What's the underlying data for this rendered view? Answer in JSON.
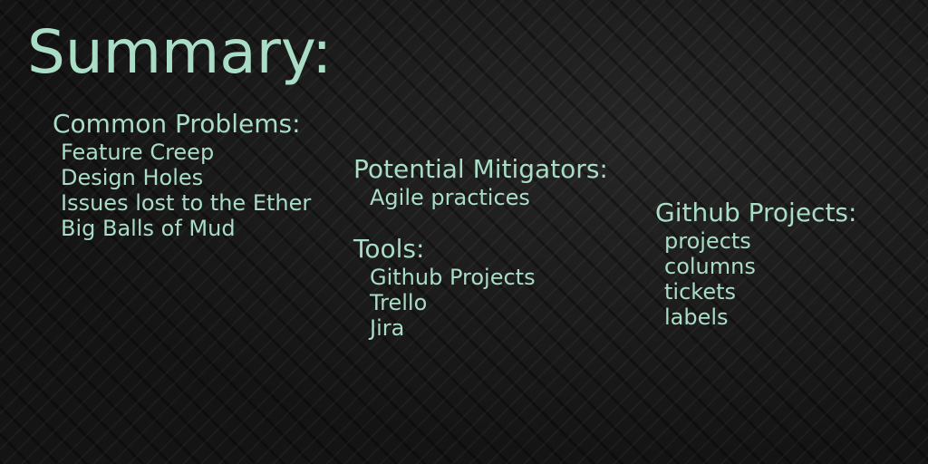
{
  "title": "Summary:",
  "sections": [
    {
      "heading": "Common Problems:",
      "items": [
        "Feature Creep",
        "Design Holes",
        "Issues lost to the Ether",
        "Big Balls of Mud"
      ]
    },
    {
      "heading": "Potential Mitigators:",
      "items": [
        "Agile practices"
      ]
    },
    {
      "heading": "Tools:",
      "items": [
        "Github Projects",
        "Trello",
        "Jira"
      ]
    },
    {
      "heading": "Github Projects:",
      "items": [
        "projects",
        "columns",
        "tickets",
        "labels"
      ]
    }
  ],
  "colors": {
    "text": "#a9ddc6",
    "background": "#161616"
  }
}
